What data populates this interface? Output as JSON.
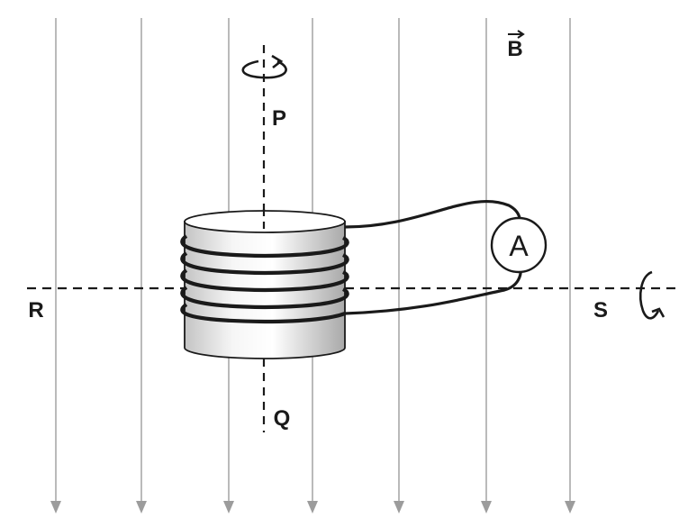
{
  "labels": {
    "field": "B",
    "axis_top": "P",
    "axis_bottom": "Q",
    "axis_left": "R",
    "axis_right": "S",
    "meter": "A"
  },
  "colors": {
    "field_lines": "#a8a8a8",
    "outline": "#1a1a1a",
    "cylinder_light": "#ffffff",
    "cylinder_shade": "#b9b9b9",
    "dashes": "#1a1a1a"
  },
  "icons": {
    "rotation_top": "rotate-arrow-icon",
    "rotation_right": "rotate-arrow-icon",
    "ammeter": "ammeter-icon"
  }
}
